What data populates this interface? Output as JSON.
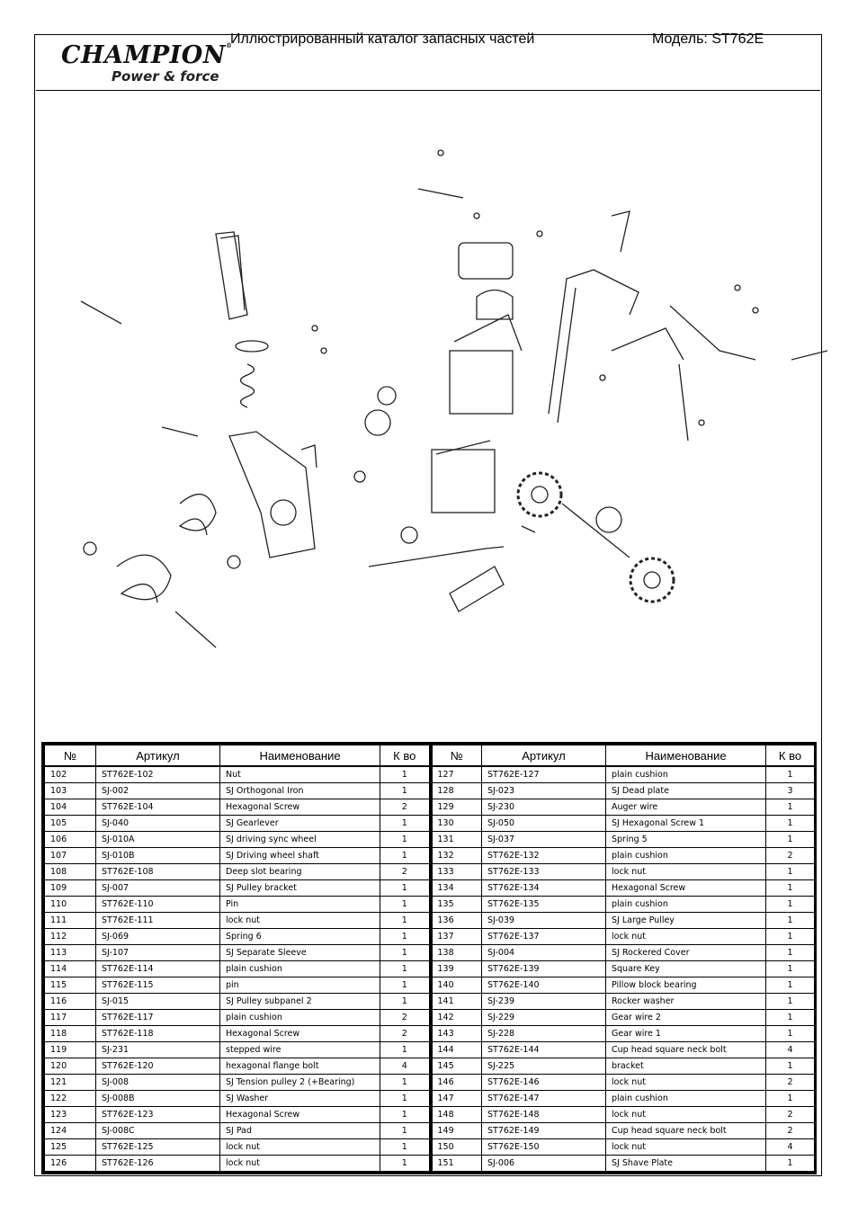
{
  "header": {
    "logo_main": "CHAMPION",
    "logo_reg": "®",
    "logo_sub": "Power & force",
    "title": "Иллюстрированный каталог запасных частей",
    "model": "Модель: ST762E"
  },
  "table": {
    "headers": [
      "№",
      "Артикул",
      "Наименование",
      "К во",
      "№",
      "Артикул",
      "Наименование",
      "К во"
    ],
    "rows": [
      [
        "102",
        "ST762E-102",
        "Nut",
        "1",
        "127",
        "ST762E-127",
        "plain cushion",
        "1"
      ],
      [
        "103",
        "SJ-002",
        "SJ Orthogonal Iron",
        "1",
        "128",
        "SJ-023",
        "SJ Dead plate",
        "3"
      ],
      [
        "104",
        "ST762E-104",
        "Hexagonal Screw",
        "2",
        "129",
        "SJ-230",
        "Auger wire",
        "1"
      ],
      [
        "105",
        "SJ-040",
        "SJ Gearlever",
        "1",
        "130",
        "SJ-050",
        "SJ Hexagonal Screw 1",
        "1"
      ],
      [
        "106",
        "SJ-010A",
        "SJ driving sync wheel",
        "1",
        "131",
        "SJ-037",
        "Spring 5",
        "1"
      ],
      [
        "107",
        "SJ-010B",
        "SJ Driving wheel shaft",
        "1",
        "132",
        "ST762E-132",
        "plain cushion",
        "2"
      ],
      [
        "108",
        "ST762E-108",
        "Deep slot bearing",
        "2",
        "133",
        "ST762E-133",
        "lock nut",
        "1"
      ],
      [
        "109",
        "SJ-007",
        "SJ Pulley bracket",
        "1",
        "134",
        "ST762E-134",
        "Hexagonal Screw",
        "1"
      ],
      [
        "110",
        "ST762E-110",
        "Pin",
        "1",
        "135",
        "ST762E-135",
        "plain cushion",
        "1"
      ],
      [
        "111",
        "ST762E-111",
        "lock nut",
        "1",
        "136",
        "SJ-039",
        "SJ Large Pulley",
        "1"
      ],
      [
        "112",
        "SJ-069",
        "Spring 6",
        "1",
        "137",
        "ST762E-137",
        "lock nut",
        "1"
      ],
      [
        "113",
        "SJ-107",
        "SJ Separate Sleeve",
        "1",
        "138",
        "SJ-004",
        "SJ Rockered Cover",
        "1"
      ],
      [
        "114",
        "ST762E-114",
        "plain cushion",
        "1",
        "139",
        "ST762E-139",
        "Square Key",
        "1"
      ],
      [
        "115",
        "ST762E-115",
        "pin",
        "1",
        "140",
        "ST762E-140",
        "Pillow block bearing",
        "1"
      ],
      [
        "116",
        "SJ-015",
        "SJ Pulley subpanel 2",
        "1",
        "141",
        "SJ-239",
        "Rocker washer",
        "1"
      ],
      [
        "117",
        "ST762E-117",
        "plain cushion",
        "2",
        "142",
        "SJ-229",
        "Gear wire 2",
        "1"
      ],
      [
        "118",
        "ST762E-118",
        "Hexagonal Screw",
        "2",
        "143",
        "SJ-228",
        "Gear wire 1",
        "1"
      ],
      [
        "119",
        "SJ-231",
        "stepped wire",
        "1",
        "144",
        "ST762E-144",
        "Cup head square neck bolt",
        "4"
      ],
      [
        "120",
        "ST762E-120",
        "hexagonal flange bolt",
        "4",
        "145",
        "SJ-225",
        "bracket",
        "1"
      ],
      [
        "121",
        "SJ-008",
        "SJ Tension pulley 2 (+Bearing)",
        "1",
        "146",
        "ST762E-146",
        "lock nut",
        "2"
      ],
      [
        "122",
        "SJ-008B",
        "SJ Washer",
        "1",
        "147",
        "ST762E-147",
        "plain cushion",
        "1"
      ],
      [
        "123",
        "ST762E-123",
        "Hexagonal Screw",
        "1",
        "148",
        "ST762E-148",
        "lock nut",
        "2"
      ],
      [
        "124",
        "SJ-008C",
        "SJ Pad",
        "1",
        "149",
        "ST762E-149",
        "Cup head square neck bolt",
        "2"
      ],
      [
        "125",
        "ST762E-125",
        "lock nut",
        "1",
        "150",
        "ST762E-150",
        "lock nut",
        "4"
      ],
      [
        "126",
        "ST762E-126",
        "lock nut",
        "1",
        "151",
        "SJ-006",
        "SJ Shave Plate",
        "1"
      ]
    ]
  }
}
